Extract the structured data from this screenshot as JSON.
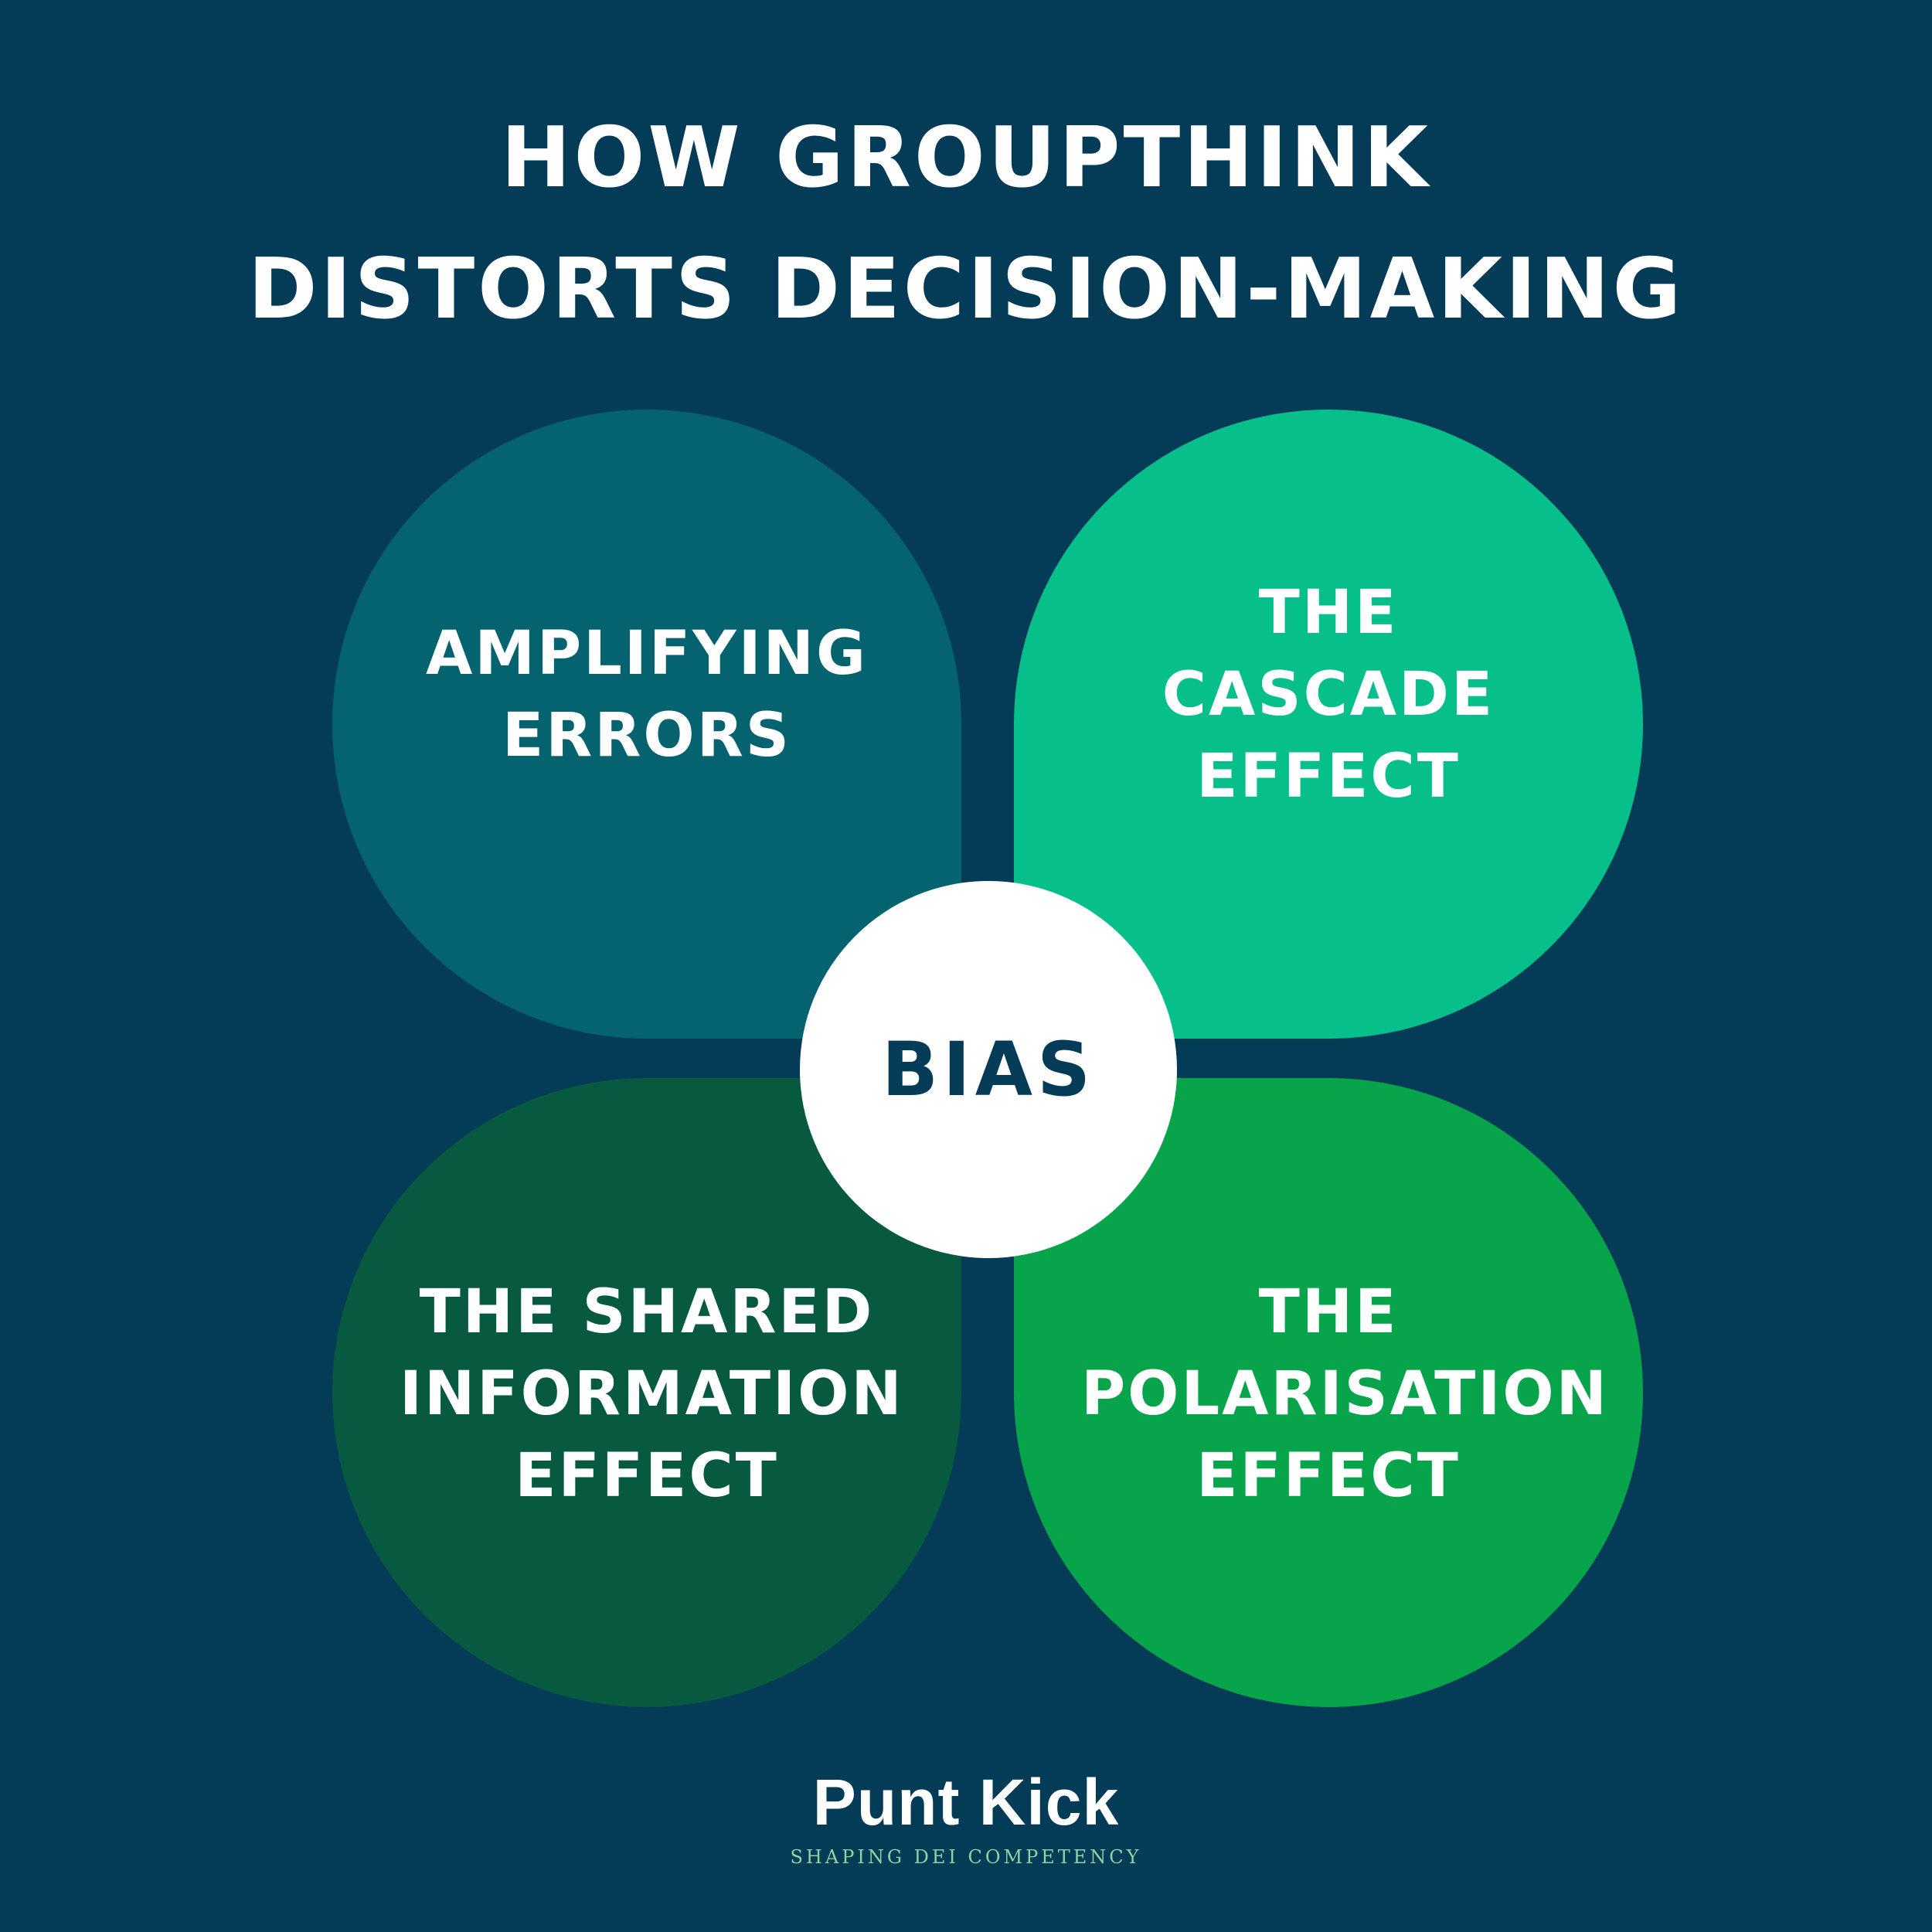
{
  "colors": {
    "background": "#043b57",
    "petal_top_left": "#04636f",
    "petal_top_right": "#06bf8a",
    "petal_bottom_left": "#075a40",
    "petal_bottom_right": "#07a44b",
    "center_fill": "#ffffff",
    "center_text": "#043b57",
    "tagline": "#8fd3a2"
  },
  "title": {
    "line1": "HOW GROUPTHINK",
    "line2": "DISTORTS DECISION-MAKING"
  },
  "diagram": {
    "center": "BIAS",
    "petals": [
      {
        "lines": [
          "AMPLIFYING",
          "ERRORS"
        ]
      },
      {
        "lines": [
          "THE CASCADE",
          "EFFECT"
        ]
      },
      {
        "lines": [
          "THE SHARED",
          "INFORMATION",
          "EFFECT"
        ]
      },
      {
        "lines": [
          "THE",
          "POLARISATION",
          "EFFECT"
        ]
      }
    ]
  },
  "brand": {
    "name": "Punt Kick",
    "tagline": "SHAPING DEI COMPETENCY"
  }
}
